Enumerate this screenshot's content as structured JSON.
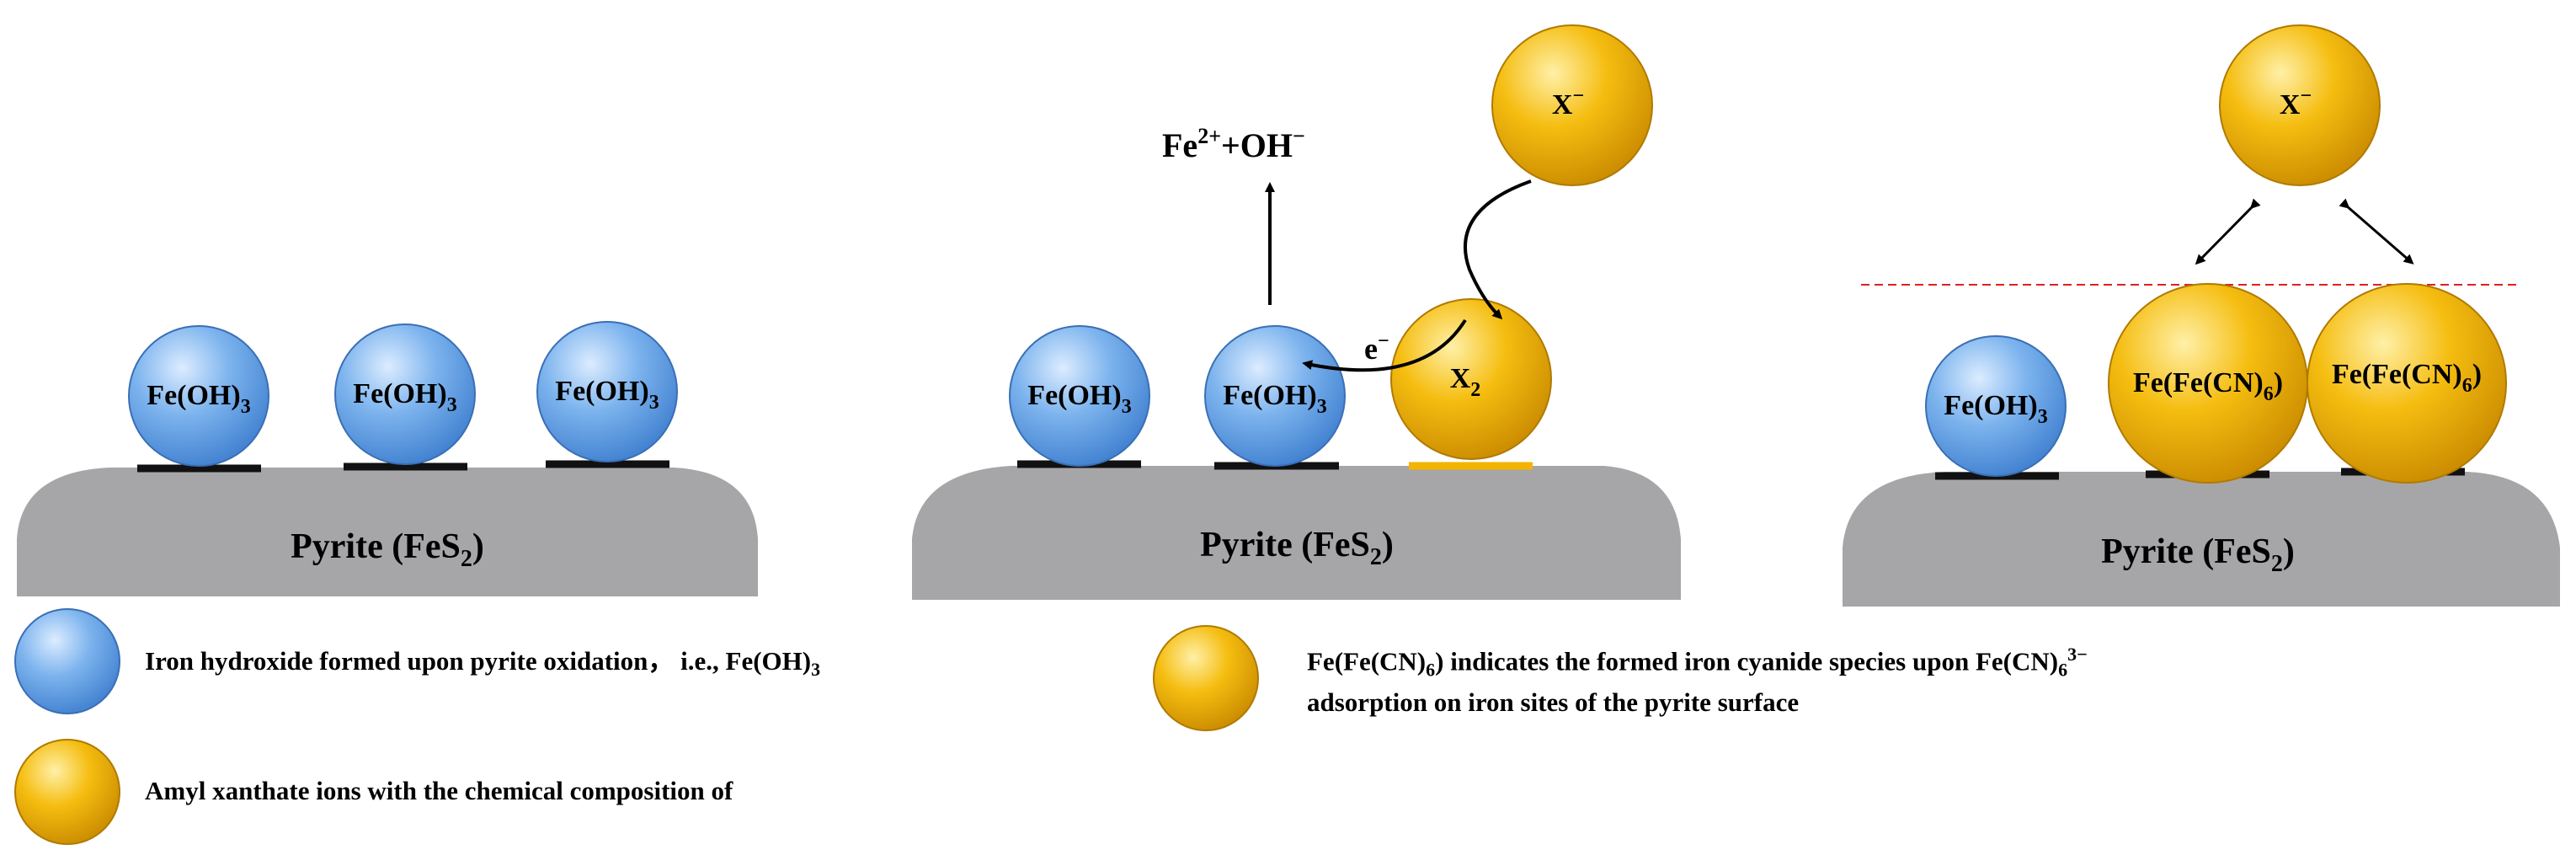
{
  "colors": {
    "hydroxide_ball": "#6fa8e8",
    "xanthate_ball": "#f2b400",
    "surface": "#a6a6a8",
    "sites": "#111111",
    "x2_site": "#f2b400",
    "dashed_line": "#e02020"
  },
  "panel1": {
    "surface_label": {
      "main": "Pyrite (FeS",
      "sub": "2",
      "close": ")"
    },
    "balls": [
      {
        "main": "Fe(OH)",
        "sub": "3"
      },
      {
        "main": "Fe(OH)",
        "sub": "3"
      },
      {
        "main": "Fe(OH)",
        "sub": "3"
      }
    ]
  },
  "panel2": {
    "surface_label": {
      "main": "Pyrite (FeS",
      "sub": "2",
      "close": ")"
    },
    "balls": [
      {
        "main": "Fe(OH)",
        "sub": "3"
      },
      {
        "main": "Fe(OH)",
        "sub": "3"
      }
    ],
    "x2_ball": {
      "main": "X",
      "sub": "2"
    },
    "x_minus": {
      "main": "X",
      "sup": "−"
    },
    "electron": {
      "main": "e",
      "sup": "−"
    },
    "product": {
      "a": "Fe",
      "sup": "2+",
      "b": "+OH",
      "sup2": "−"
    }
  },
  "panel3": {
    "surface_label": {
      "main": "Pyrite (FeS",
      "sub": "2",
      "close": ")"
    },
    "ball_oh": {
      "main": "Fe(OH)",
      "sub": "3"
    },
    "balls_cn": [
      {
        "a": "Fe(Fe(CN)",
        "sub": "6",
        "b": ")"
      },
      {
        "a": "Fe(Fe(CN)",
        "sub": "6",
        "b": ")"
      }
    ],
    "x_minus": {
      "main": "X",
      "sup": "−"
    }
  },
  "legend": {
    "hydroxide": {
      "a": "Iron hydroxide formed upon pyrite oxidation， i.e., Fe(OH)",
      "sub": "3"
    },
    "cyanide": {
      "a": "Fe(Fe(CN)",
      "sub1": "6",
      "b": ") indicates the formed iron cyanide species upon Fe(CN)",
      "sub2": "6",
      "sup": "3−",
      "line2": "adsorption on iron sites of the pyrite surface"
    },
    "xanthate": {
      "text": "Amyl xanthate ions with the chemical composition of"
    }
  }
}
